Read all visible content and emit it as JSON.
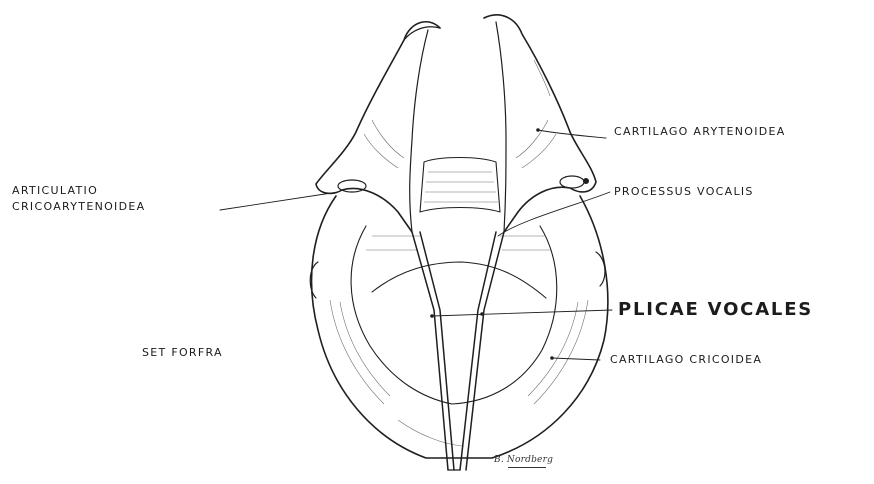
{
  "labels": {
    "cartilago_arytenoidea": "CARTILAGO ARYTENOIDEA",
    "articulatio_line1": "ARTICULATIO",
    "articulatio_line2": "CRICOARYTENOIDEA",
    "processus_vocalis": "PROCESSUS VOCALIS",
    "plicae_vocales": "PLICAE VOCALES",
    "set_forfra": "SET FORFRA",
    "cartilago_cricoidea": "CARTILAGO CRICOIDEA"
  },
  "signature": "B. Nordberg",
  "colors": {
    "ink": "#1f1f1f",
    "background": "#ffffff"
  }
}
